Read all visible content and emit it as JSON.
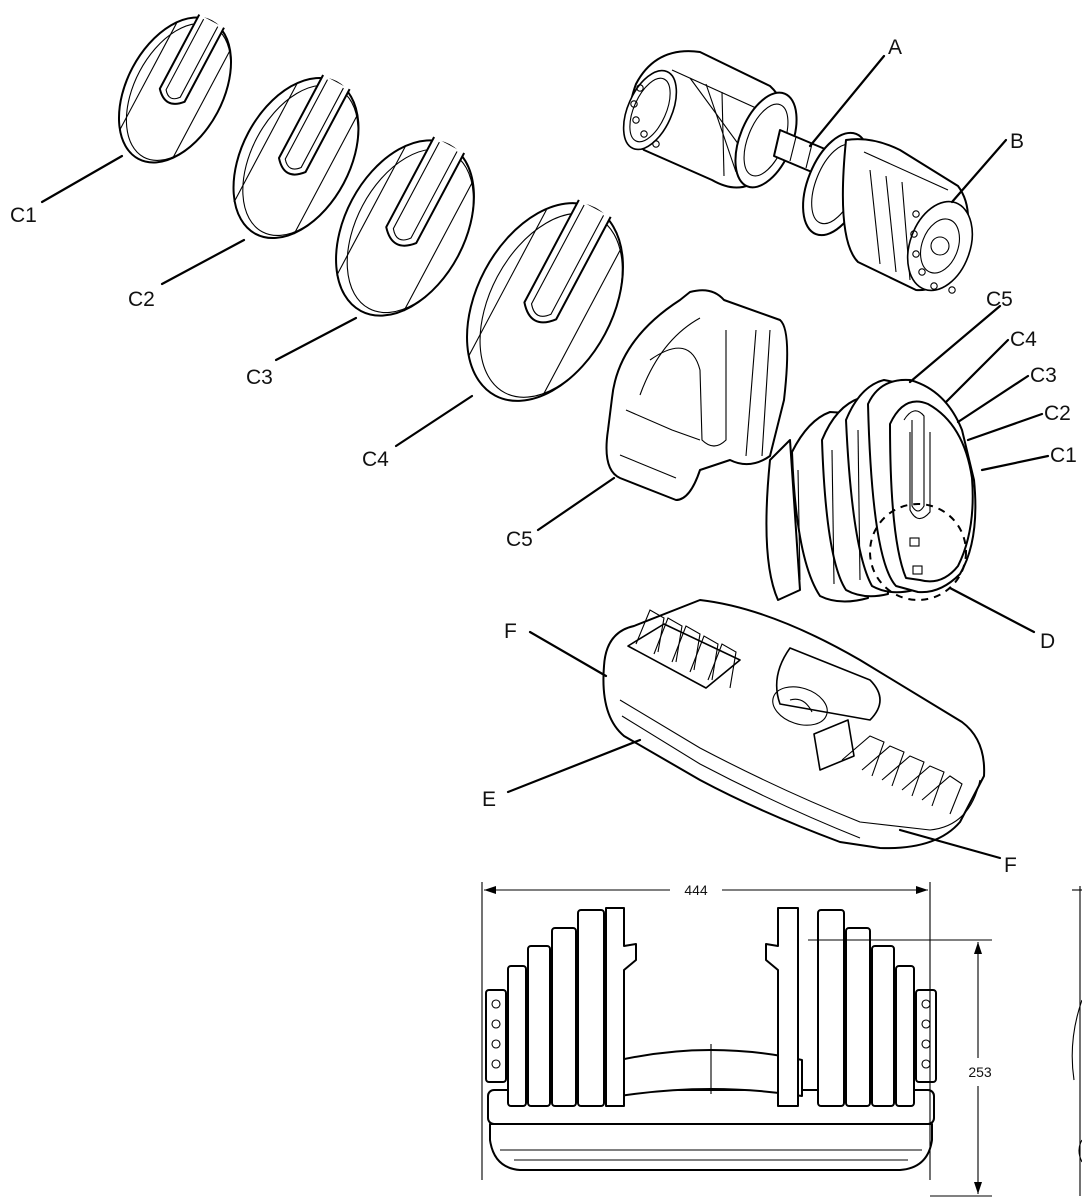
{
  "labels": {
    "A": "A",
    "B": "B",
    "C1": "C1",
    "C2": "C2",
    "C3": "C3",
    "C4": "C4",
    "C5": "C5",
    "D": "D",
    "E": "E",
    "F": "F"
  },
  "dimensions": {
    "width": "444",
    "height": "253"
  }
}
